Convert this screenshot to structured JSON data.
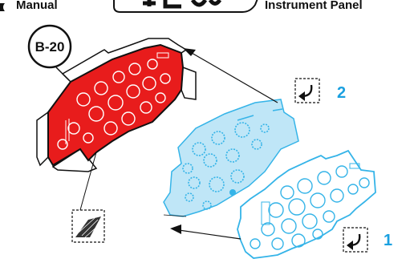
{
  "header": {
    "left_label": "Manual",
    "center_partial": "",
    "right_label": "Instrument Panel"
  },
  "callout": {
    "label": "B-20"
  },
  "steps": [
    {
      "number": "2",
      "icon": "curved-arrow-icon"
    },
    {
      "number": "1",
      "icon": "curved-arrow-icon"
    }
  ],
  "colors": {
    "panel_red": "#e81c1c",
    "decal_cyan": "#35b4e8",
    "decal_fill": "#bfe6f7",
    "ink": "#111111"
  }
}
